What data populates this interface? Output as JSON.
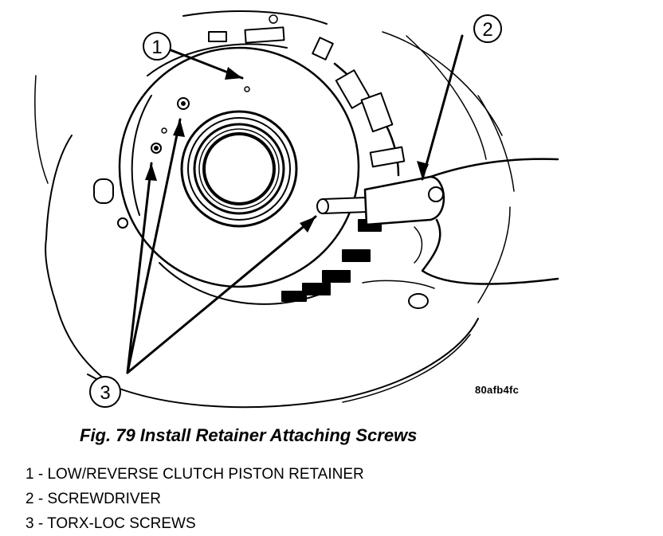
{
  "figure": {
    "image_code": "80afb4fc",
    "caption": "Fig. 79 Install Retainer Attaching Screws"
  },
  "callouts": [
    {
      "number": "1"
    },
    {
      "number": "2"
    },
    {
      "number": "3"
    }
  ],
  "legend": [
    {
      "text": "1 - LOW/REVERSE CLUTCH PISTON RETAINER"
    },
    {
      "text": "2 - SCREWDRIVER"
    },
    {
      "text": "3 - TORX-LOC SCREWS"
    }
  ]
}
